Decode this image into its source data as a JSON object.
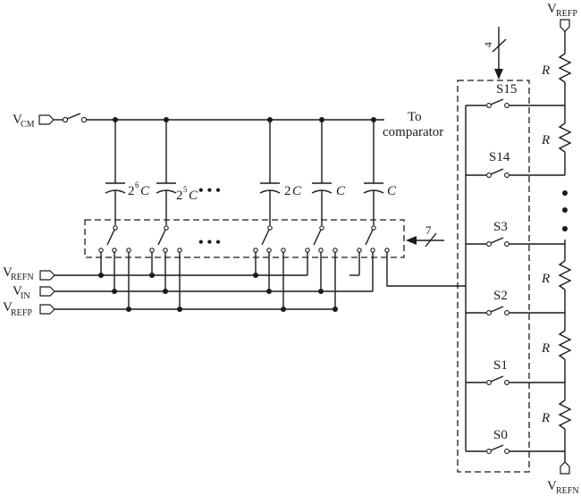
{
  "references": {
    "vcm": {
      "main": "V",
      "sub": "CM"
    },
    "vrefn_in": {
      "main": "V",
      "sub": "REFN"
    },
    "vin": {
      "main": "V",
      "sub": "IN"
    },
    "vrefp_in": {
      "main": "V",
      "sub": "REFP"
    },
    "vrefp_top": {
      "main": "V",
      "sub": "REFP"
    },
    "vrefn_bottom": {
      "main": "V",
      "sub": "REFN"
    }
  },
  "output": {
    "line1": "To",
    "line2": "comparator"
  },
  "capacitors": [
    {
      "pre": "2",
      "exp": "6",
      "post": "C"
    },
    {
      "pre": "2",
      "exp": "5",
      "post": "C"
    },
    {
      "pre": "2",
      "exp": "",
      "post": "C"
    },
    {
      "pre": "",
      "exp": "",
      "post": "C"
    },
    {
      "pre": "",
      "exp": "",
      "post": "C"
    }
  ],
  "buses": {
    "dac_control_bits": "7",
    "ladder_control_bits": "4"
  },
  "ladder": {
    "switches": [
      "S15",
      "S14",
      "S3",
      "S2",
      "S1",
      "S0"
    ],
    "resistor_label": "R"
  },
  "ellipsis_glyph": "• • •"
}
